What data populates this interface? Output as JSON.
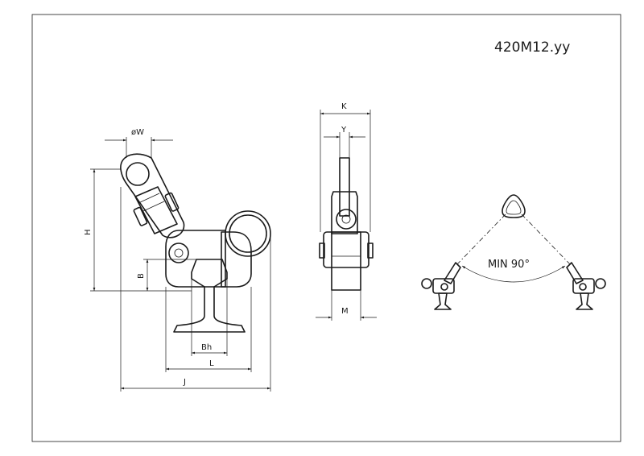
{
  "drawing_code": "420M12.yy",
  "dimensions": {
    "W": "øW",
    "H": "H",
    "B": "B",
    "Bh": "Bh",
    "L": "L",
    "J": "J",
    "K": "K",
    "Y": "Y",
    "M": "M"
  },
  "angle_label": "MIN 90°"
}
